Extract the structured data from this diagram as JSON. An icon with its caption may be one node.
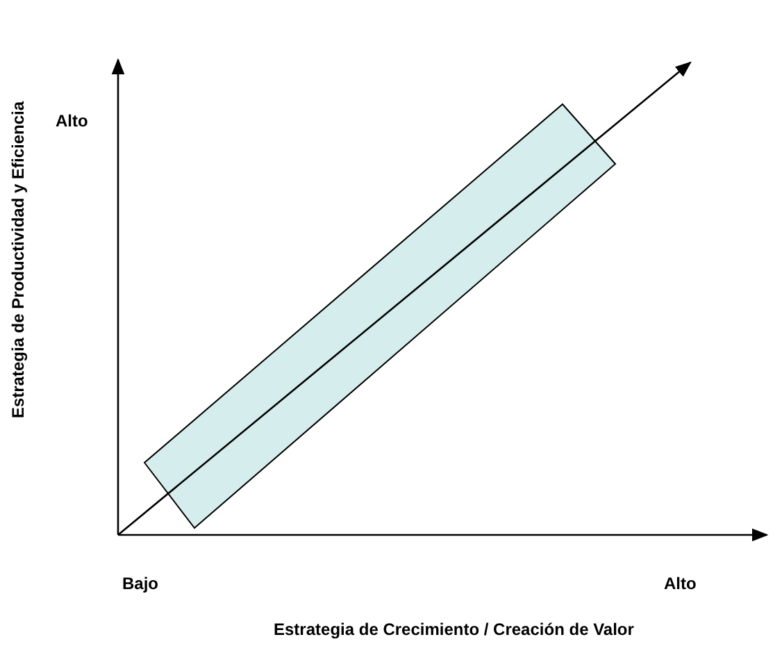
{
  "diagram": {
    "labels": [
      "Estrategia de Productividad y Eficiencia",
      "Alto",
      "Bajo",
      "Alto",
      "Estrategia de Crecimiento / Creación de Valor"
    ]
  }
}
